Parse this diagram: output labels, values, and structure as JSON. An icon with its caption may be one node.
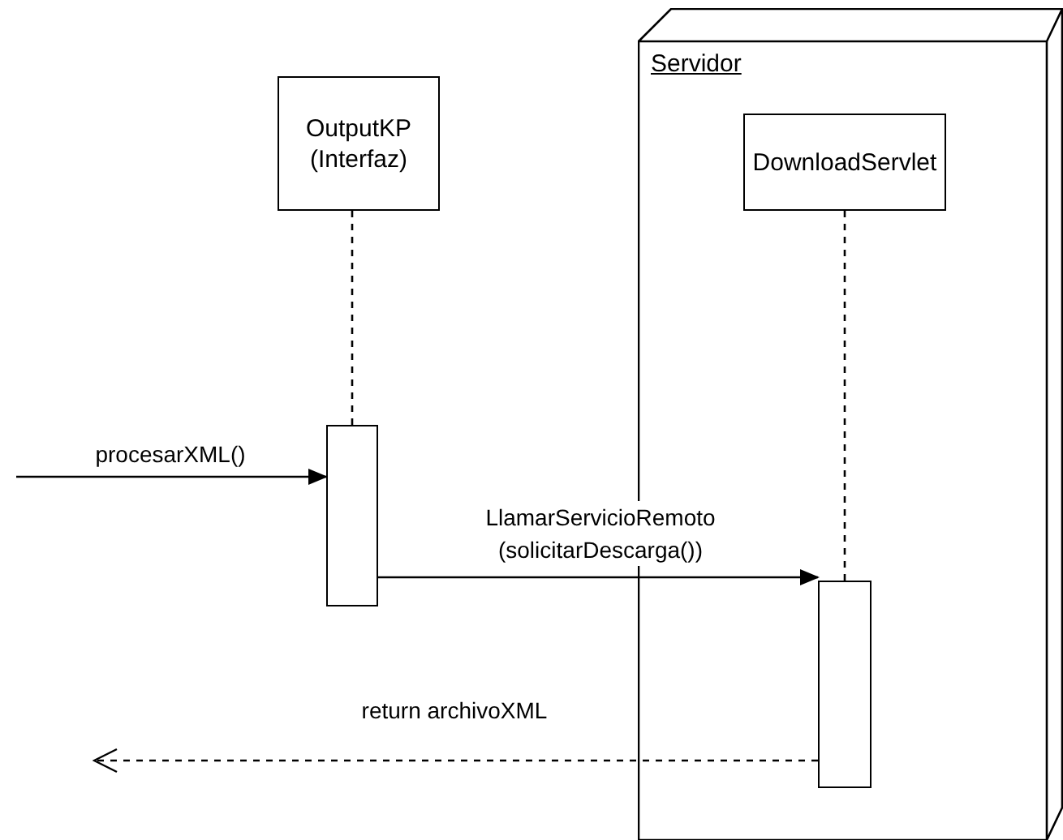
{
  "diagram": {
    "nodes": [
      {
        "text": [
          "Servidor"
        ]
      },
      {
        "text": [
          "OutputKP (Interfaz)"
        ]
      },
      {
        "text": [
          "DownloadServlet"
        ],
        "in": 0
      },
      {
        "text": [],
        "shape": "bar"
      },
      {
        "text": [],
        "shape": "bar",
        "in": 0
      }
    ],
    "edges": [
      {
        "from": 1,
        "to": 3,
        "arrow": "none",
        "style": "dashed"
      },
      {
        "from": 2,
        "to": 4,
        "arrow": "none",
        "style": "dashed"
      },
      {
        "from": null,
        "to": 3,
        "arrow": "to",
        "label": "procesarXML()"
      },
      {
        "from": 3,
        "to": 4,
        "arrow": "to",
        "label": "LlamarServicioRemoto (solicitarDescarga())"
      },
      {
        "from": 4,
        "to": null,
        "arrow": "to",
        "label": "return archivoXML",
        "style": "dashed"
      }
    ]
  }
}
